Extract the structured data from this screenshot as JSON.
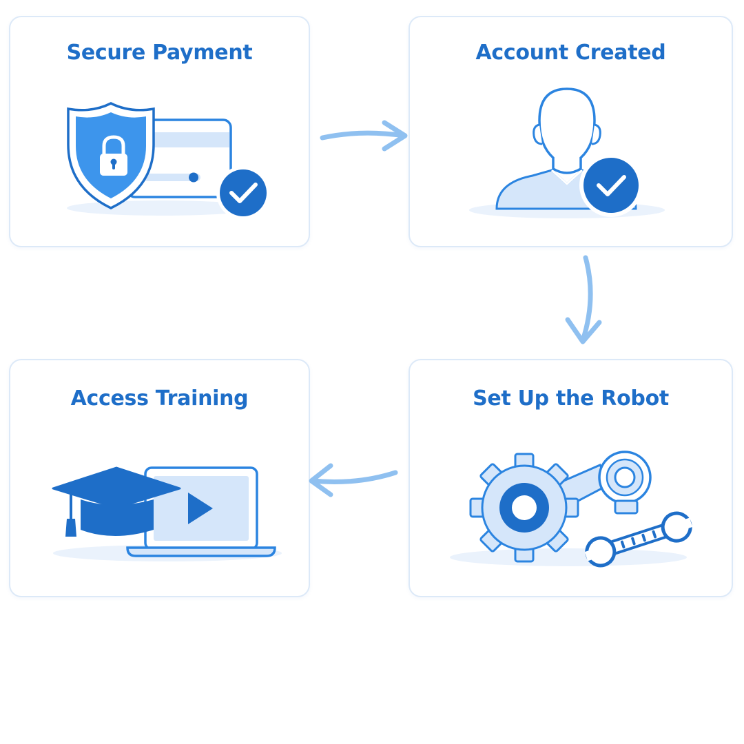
{
  "steps": [
    {
      "title": "Secure Payment",
      "icon": "shield-lock-card-check-icon"
    },
    {
      "title": "Account Created",
      "icon": "user-check-icon"
    },
    {
      "title": "Set Up the Robot",
      "icon": "gear-robot-wrench-icon"
    },
    {
      "title": "Access Training",
      "icon": "graduation-cap-video-icon"
    }
  ],
  "colors": {
    "primary": "#1e6ec8",
    "accent": "#2b84e0",
    "light": "#d5e6fa",
    "pale": "#eaf2fc",
    "border": "#dce9f8",
    "arrow": "#8fc0f0"
  }
}
